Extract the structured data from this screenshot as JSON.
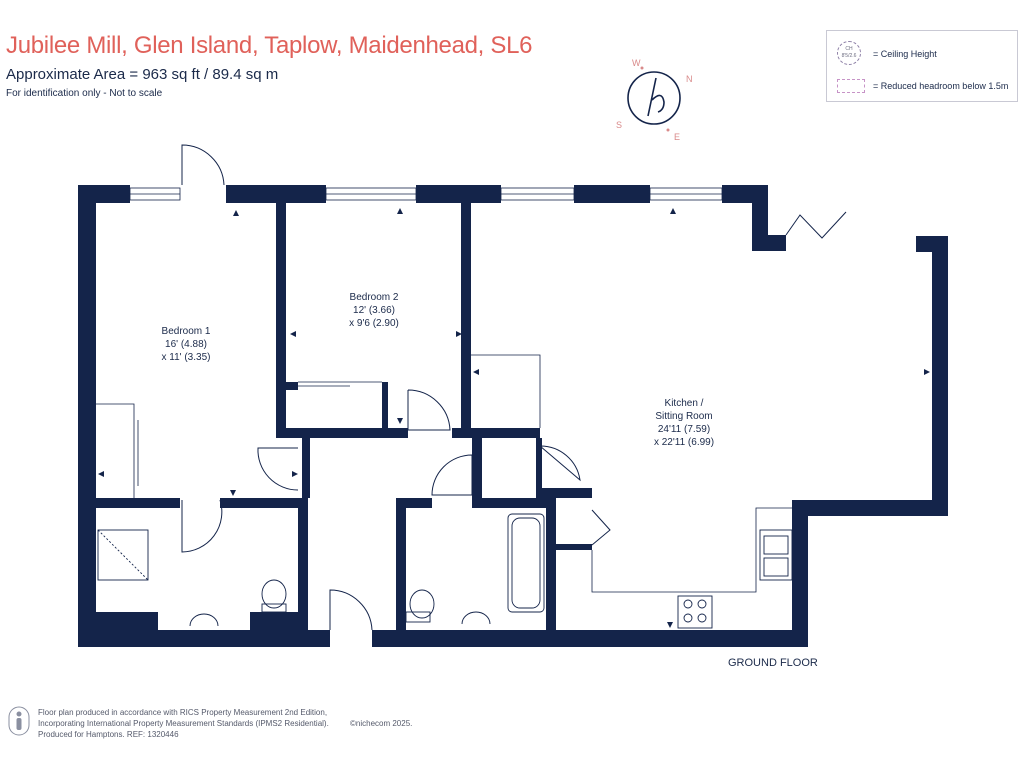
{
  "header": {
    "title": "Jubilee Mill, Glen Island, Taplow, Maidenhead, SL6",
    "area": "Approximate Area = 963  sq ft / 89.4  sq m",
    "identification": "For identification only - Not to scale"
  },
  "legend": {
    "ceiling_height_label": "= Ceiling Height",
    "ceiling_height_symbol": "CH 8'5/2.6",
    "reduced_headroom_label": "= Reduced headroom below 1.5m"
  },
  "compass": {
    "letters": [
      "W",
      "N",
      "S",
      "E"
    ],
    "logo": "h"
  },
  "rooms": {
    "bedroom1": {
      "name": "Bedroom 1",
      "dim1": "16' (4.88)",
      "dim2": "x 11' (3.35)"
    },
    "bedroom2": {
      "name": "Bedroom 2",
      "dim1": "12' (3.66)",
      "dim2": "x 9'6 (2.90)"
    },
    "kitchen": {
      "name": "Kitchen /",
      "name2": "Sitting Room",
      "dim1": "24'11 (7.59)",
      "dim2": "x 22'11 (6.99)"
    }
  },
  "floor_label": "GROUND FLOOR",
  "footer": {
    "line1": "Floor plan produced in accordance with RICS Property Measurement 2nd Edition,",
    "line2": "Incorporating International Property Measurement Standards (IPMS2 Residential).",
    "copyright": "©nichecom 2025.",
    "line3": "Produced for Hamptons.   REF:  1320446"
  },
  "colors": {
    "wall": "#14244a",
    "title": "#e0615a",
    "accent": "#d98a8a"
  }
}
